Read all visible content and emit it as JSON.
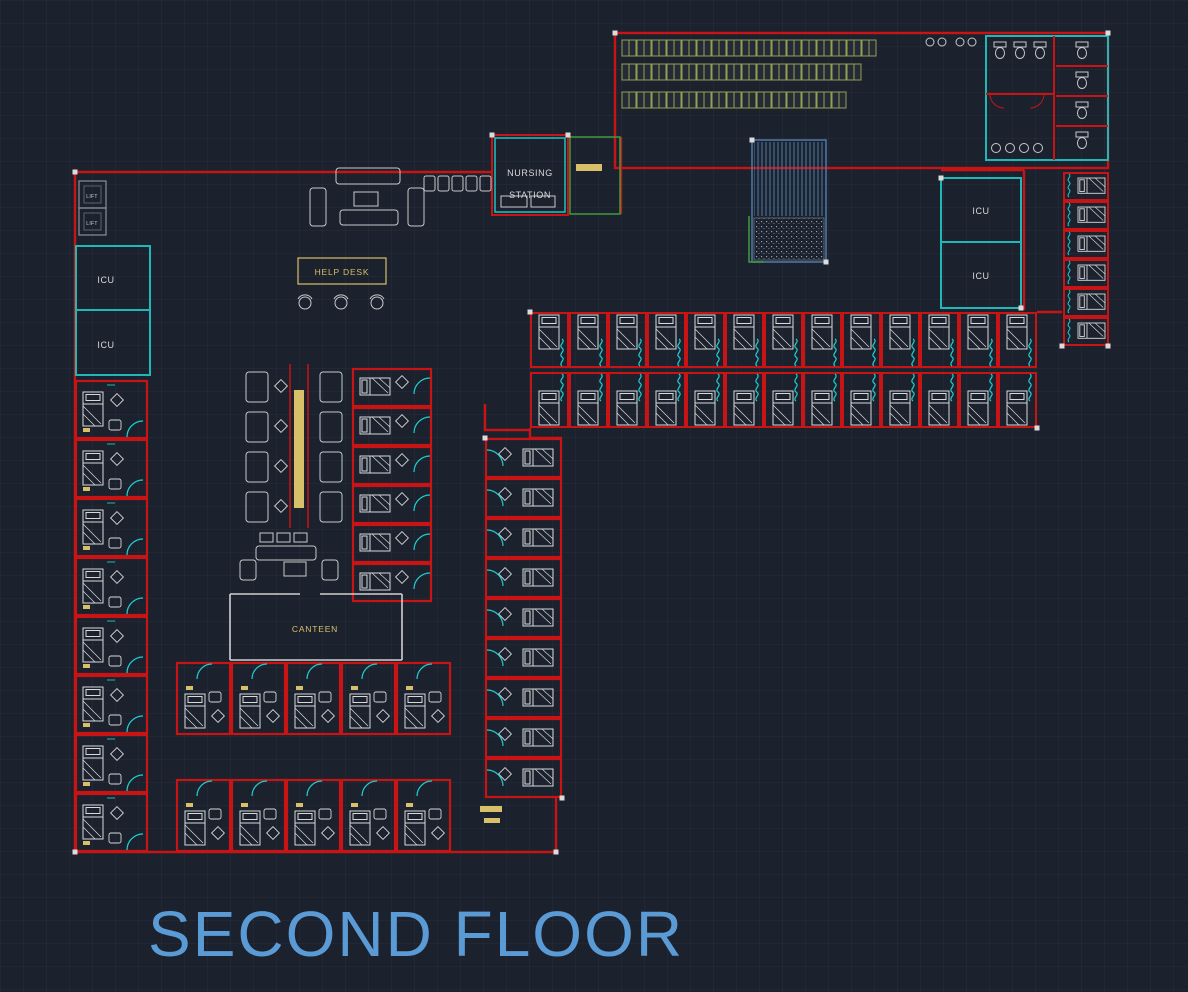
{
  "title": {
    "text": "SECOND FLOOR"
  },
  "labels": {
    "nursing_line1": "NURSING",
    "nursing_line2": "STATION",
    "help_desk": "HELP DESK",
    "canteen": "CANTEEN",
    "icu": "ICU",
    "lift": "LIFT"
  },
  "colors": {
    "background": "#1b212d",
    "wall_red": "#c81414",
    "teal": "#1fb8b8",
    "door_cyan": "#1fd0d0",
    "furniture_white": "#d9d9d9",
    "locker_green": "#93a050",
    "accent_tan": "#d8c06a",
    "stair_hatch_blue": "#4f7aa8",
    "green_room": "#3f9b3f",
    "title_blue": "#5b9bd5"
  }
}
